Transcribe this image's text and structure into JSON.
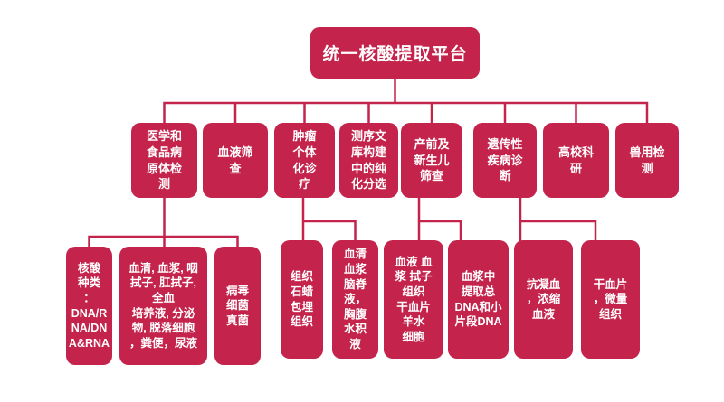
{
  "colors": {
    "node": "#C4234B",
    "line": "#C4234B",
    "text": "#FFFFFF",
    "background": "#FFFFFF"
  },
  "root": {
    "label": "统一核酸提取平台"
  },
  "level2": [
    {
      "label": "医学和\n食品病\n原体检\n测"
    },
    {
      "label": "血液筛\n查"
    },
    {
      "label": "肿瘤\n个体\n化诊\n疗"
    },
    {
      "label": "测序文\n库构建\n中的纯\n化分选"
    },
    {
      "label": "产前及\n新生儿\n筛查"
    },
    {
      "label": "遗传性\n疾病诊\n断"
    },
    {
      "label": "高校科\n研"
    },
    {
      "label": "兽用检\n测"
    }
  ],
  "level3": [
    {
      "label": "核酸\n种类\n：\nDNA/R\nNA/DN\nA&RNA"
    },
    {
      "label": "血清, 血浆, 咽\n拭子, 肛拭子,\n全血\n培养液, 分泌\n物, 脱落细胞\n，粪便，尿液"
    },
    {
      "label": "病毒\n细菌\n真菌"
    },
    {
      "label": "组织\n石蜡\n包埋\n组织"
    },
    {
      "label": "血清\n血浆\n脑脊\n液，\n胸腹\n水积\n液"
    },
    {
      "label": "血液 血\n浆 拭子\n组织\n干血片\n羊水\n细胞"
    },
    {
      "label": "血浆中\n提取总\nDNA和小\n片段DNA"
    },
    {
      "label": "抗凝血\n，浓缩\n血液"
    },
    {
      "label": "干血片\n，微量\n组织"
    }
  ]
}
